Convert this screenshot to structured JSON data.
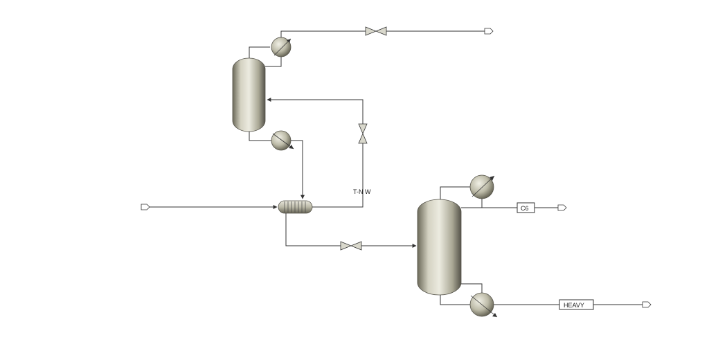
{
  "diagram": {
    "title": "",
    "stream_labels": {
      "recycle_stream": "T-N W"
    },
    "product_tags": {
      "overhead_product": "C6",
      "bottoms_product": "HEAVY"
    },
    "colors": {
      "equipment_body": "#c8c6b4",
      "equipment_shadow": "#5d5b4c",
      "line": "#333333"
    },
    "equipment": [
      "column-1",
      "condenser-1",
      "reboiler-1",
      "column-2",
      "condenser-2",
      "reboiler-2",
      "feed-preheater",
      "valve-top-vapor",
      "valve-recycle",
      "valve-column2-feed"
    ]
  }
}
